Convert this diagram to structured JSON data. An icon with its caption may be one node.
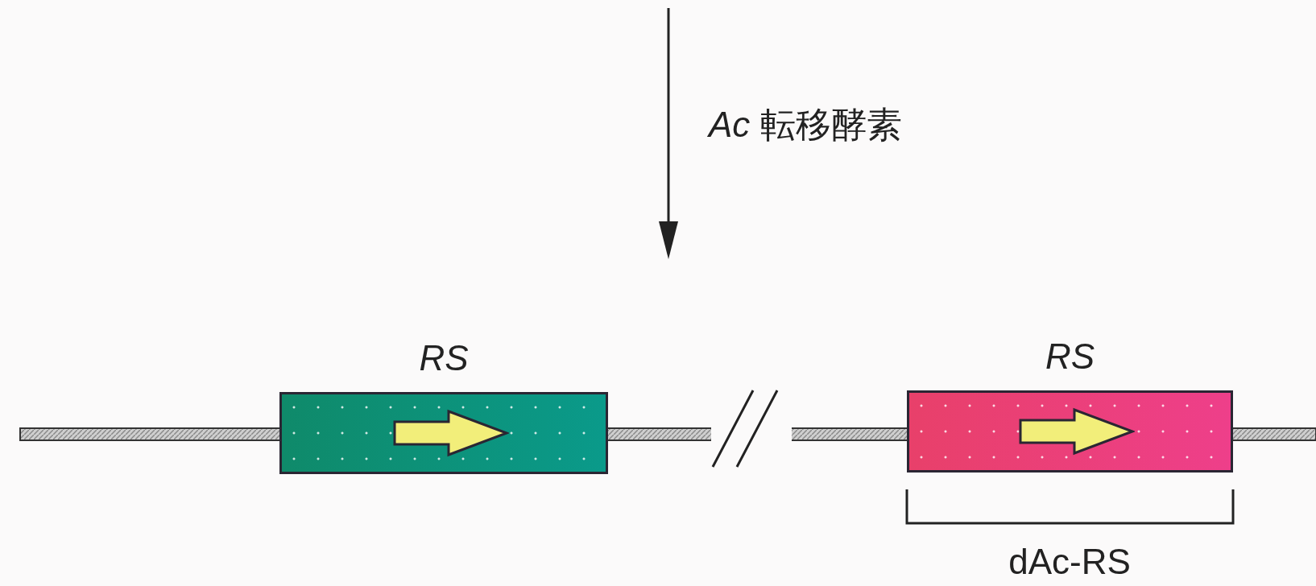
{
  "diagram": {
    "nodes": [
      {
        "text": [
          "RS"
        ]
      },
      {
        "text": [
          "RS"
        ]
      }
    ],
    "edges": [],
    "labels": [
      "*Ac* 転移酵素",
      "dAc-RS"
    ]
  }
}
